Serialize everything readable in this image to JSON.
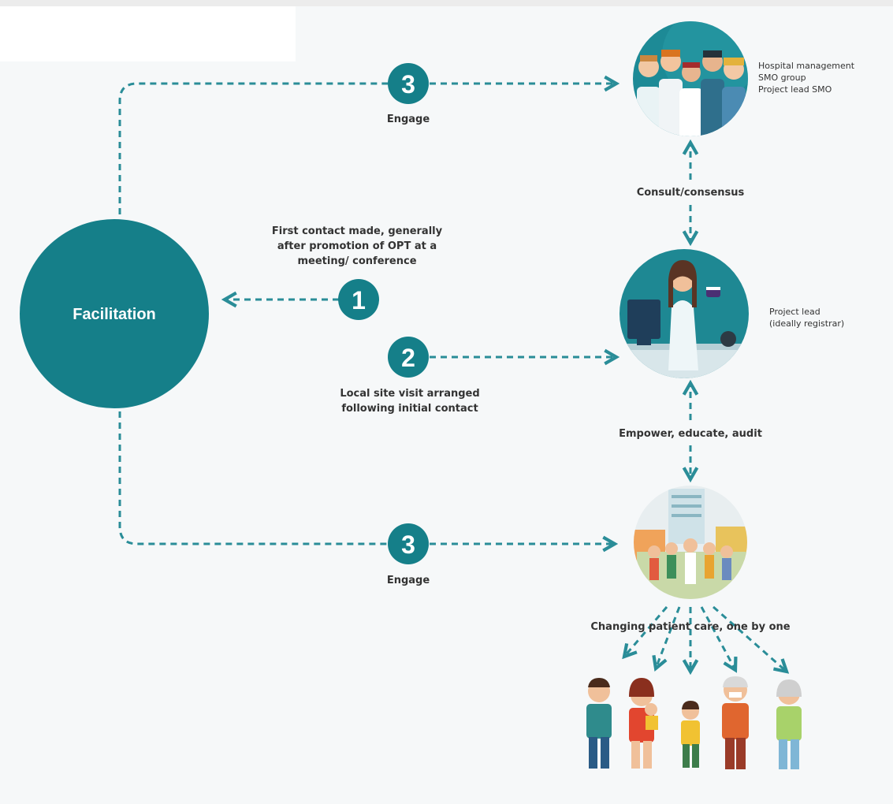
{
  "facilitation": {
    "label": "Facilitation"
  },
  "steps": {
    "one": {
      "number": "1",
      "text": [
        "First contact made, generally",
        "after promotion of OPT at a",
        "meeting/ conference"
      ]
    },
    "two": {
      "number": "2",
      "text": [
        "Local site visit arranged",
        "following initial contact"
      ]
    },
    "three_top": {
      "number": "3",
      "label": "Engage"
    },
    "three_bottom": {
      "number": "3",
      "label": "Engage"
    }
  },
  "nodes": {
    "hospital": {
      "lines": [
        "Hospital management",
        "SMO group",
        "Project lead SMO"
      ]
    },
    "project_lead": {
      "lines": [
        "Project lead",
        "(ideally registrar)"
      ]
    }
  },
  "links": {
    "consult": "Consult/consensus",
    "empower": "Empower, educate, audit",
    "changing": "Changing patient care, one by one"
  },
  "colors": {
    "teal": "#157f89",
    "dark_teal": "#0f6f78",
    "arrow": "#2a8d98"
  }
}
